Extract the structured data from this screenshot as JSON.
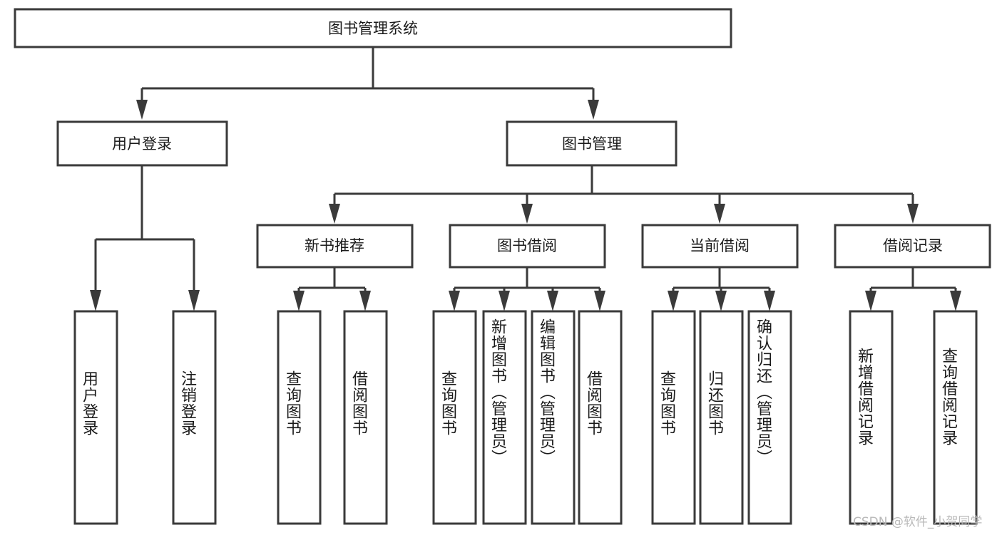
{
  "diagram": {
    "title": "图书管理系统",
    "type": "tree-hierarchy-diagram",
    "colors": {
      "stroke": "#3a3a3a",
      "fill": "#ffffff",
      "text": "#1a1a1a",
      "watermark": "#b9b9b9"
    },
    "root": {
      "label": "图书管理系统"
    },
    "level2": [
      {
        "label": "用户登录"
      },
      {
        "label": "图书管理"
      }
    ],
    "level3": [
      {
        "label": "新书推荐"
      },
      {
        "label": "图书借阅"
      },
      {
        "label": "当前借阅"
      },
      {
        "label": "借阅记录"
      }
    ],
    "leaves": {
      "user_login": [
        {
          "label": "用户登录"
        },
        {
          "label": "注销登录"
        }
      ],
      "new_book_recommend": [
        {
          "label": "查询图书"
        },
        {
          "label": "借阅图书"
        }
      ],
      "book_borrow": [
        {
          "label": "查询图书"
        },
        {
          "label": "新增图书（管理员）"
        },
        {
          "label": "编辑图书（管理员）"
        },
        {
          "label": "借阅图书"
        }
      ],
      "current_borrow": [
        {
          "label": "查询图书"
        },
        {
          "label": "归还图书"
        },
        {
          "label": "确认归还（管理员）"
        }
      ],
      "borrow_record": [
        {
          "label": "新增借阅记录"
        },
        {
          "label": "查询借阅记录"
        }
      ]
    },
    "watermark": "CSDN @软件_小贺同学"
  }
}
